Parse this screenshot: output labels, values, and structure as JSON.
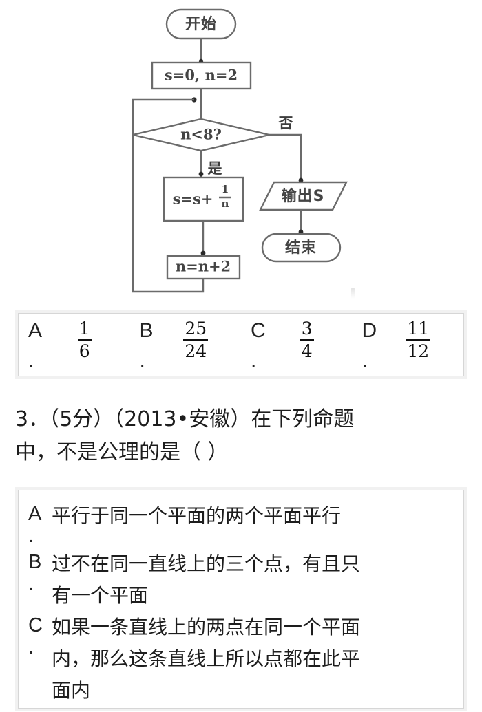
{
  "flowchart": {
    "nodes": {
      "start": "开始",
      "init": "s=0, n=2",
      "decision": "n<8?",
      "process_prefix": "s=s+",
      "process_frac_num": "1",
      "process_frac_den": "n",
      "increment": "n=n+2",
      "output": "输出S",
      "end": "结束"
    },
    "branch_labels": {
      "yes": "是",
      "no": "否"
    }
  },
  "question_2_options": {
    "items": [
      {
        "letter": "A",
        "dot": ".",
        "num": "1",
        "den": "6"
      },
      {
        "letter": "B",
        "dot": ".",
        "num": "25",
        "den": "24"
      },
      {
        "letter": "C",
        "dot": ".",
        "num": "3",
        "den": "4"
      },
      {
        "letter": "D",
        "dot": ".",
        "num": "11",
        "den": "12"
      }
    ]
  },
  "question_3": {
    "stem_line_1": "3．（5分）（2013•安徽）在下列命题",
    "stem_line_2": "中，不是公理的是（ ）",
    "options": [
      {
        "letter": "A",
        "dot": ".",
        "line_1": "平行于同一个平面的两个平面平行",
        "line_2": ""
      },
      {
        "letter": "B",
        "dot": ".",
        "line_1": "过不在同一直线上的三个点，有且只",
        "line_2": "有一个平面"
      },
      {
        "letter": "C",
        "dot": ".",
        "line_1": "如果一条直线上的两点在同一个平面",
        "line_2": "内，那么这条直线上所以点都在此平",
        "line_3": "面内"
      }
    ]
  },
  "colors": {
    "page_background": "#ffffff",
    "box_border": "#d6d6d6",
    "box_outer_shadow": "#f1f1f1",
    "flowchart_stroke": "#6b6b6b",
    "text": "#1d1d1d"
  }
}
